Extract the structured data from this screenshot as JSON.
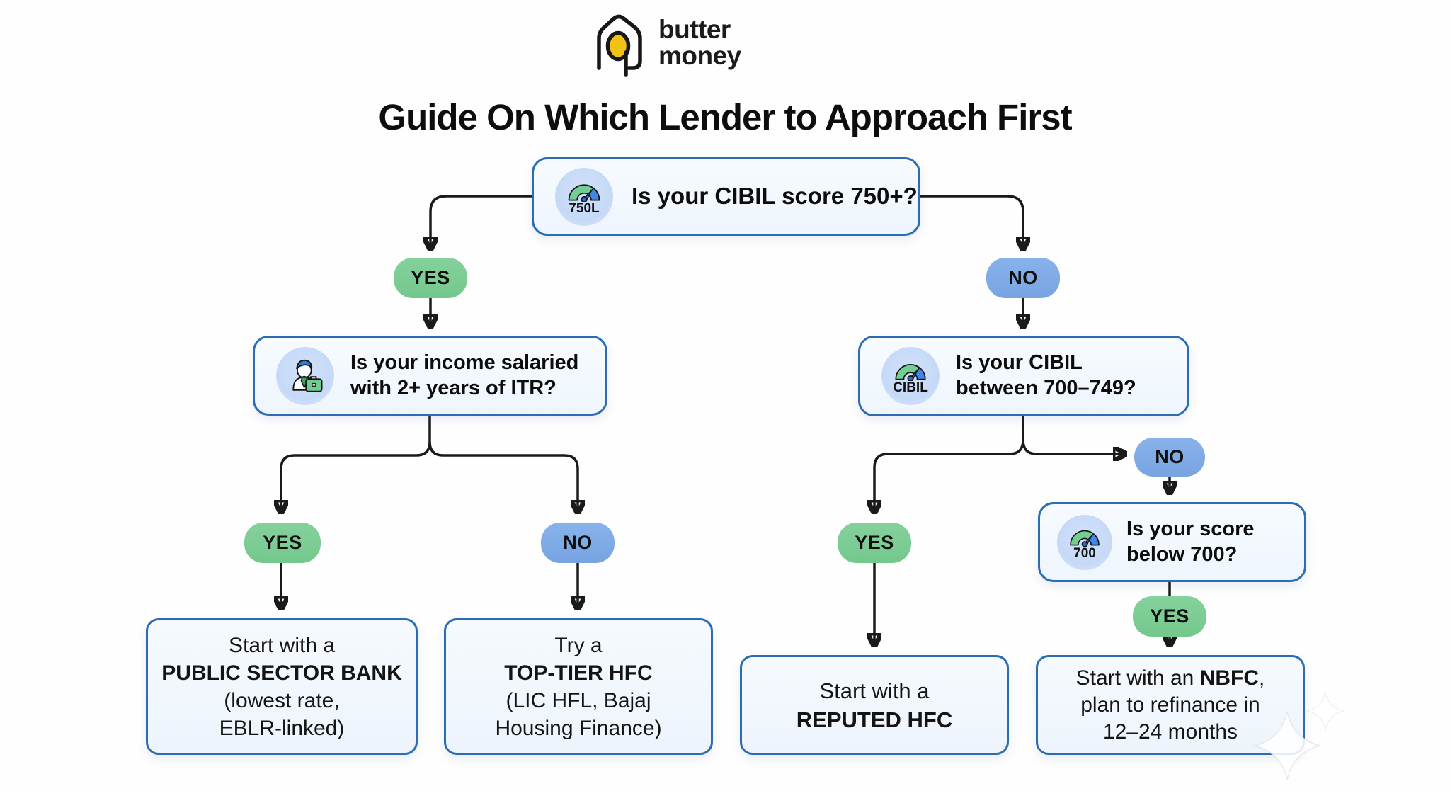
{
  "brand": {
    "line1": "butter",
    "line2": "money"
  },
  "title": "Guide On Which Lender to Approach First",
  "nodes": {
    "root": {
      "icon": "gauge-icon",
      "icon_label": "750L",
      "question": "Is your CIBIL score 750+?"
    },
    "income": {
      "icon": "businessman-icon",
      "line1": "Is your income salaried",
      "line2": "with 2+ years of ITR?"
    },
    "cibil": {
      "icon": "gauge-icon",
      "icon_label": "CIBIL",
      "line1": "Is your CIBIL",
      "line2": "between 700–749?"
    },
    "below700": {
      "icon": "gauge-icon",
      "icon_label": "700",
      "line1": "Is your score",
      "line2": "below 700?"
    }
  },
  "pills": {
    "root_yes": "YES",
    "root_no": "NO",
    "income_yes": "YES",
    "income_no": "NO",
    "cibil_yes": "YES",
    "cibil_no": "NO",
    "below700_yes": "YES"
  },
  "results": {
    "psb": {
      "line1": "Start with a",
      "line2": "PUBLIC SECTOR BANK",
      "line3": "(lowest rate,",
      "line4": "EBLR-linked)"
    },
    "hfc_top": {
      "line1": "Try a",
      "line2": "TOP-TIER HFC",
      "line3": "(LIC HFL, Bajaj",
      "line4": "Housing Finance)"
    },
    "reputed": {
      "line1": "Start with a",
      "line2": "REPUTED HFC"
    },
    "nbfc": {
      "line1_prefix": "Start with an ",
      "line1_bold": "NBFC",
      "line1_suffix": ",",
      "line2": "plan to refinance in",
      "line3": "12–24 months"
    }
  },
  "colors": {
    "node_border": "#2b6cb3",
    "node_fill": "#f3f8fd",
    "yes_green": "#7dcb93",
    "no_blue": "#7fabe5",
    "icon_circle": "#c6daf8",
    "gauge_green": "#72ce93",
    "gauge_blue": "#4286e8",
    "needle_blue": "#2b67ce",
    "logo_yellow": "#f2c116",
    "line_black": "#1a1a1a"
  }
}
